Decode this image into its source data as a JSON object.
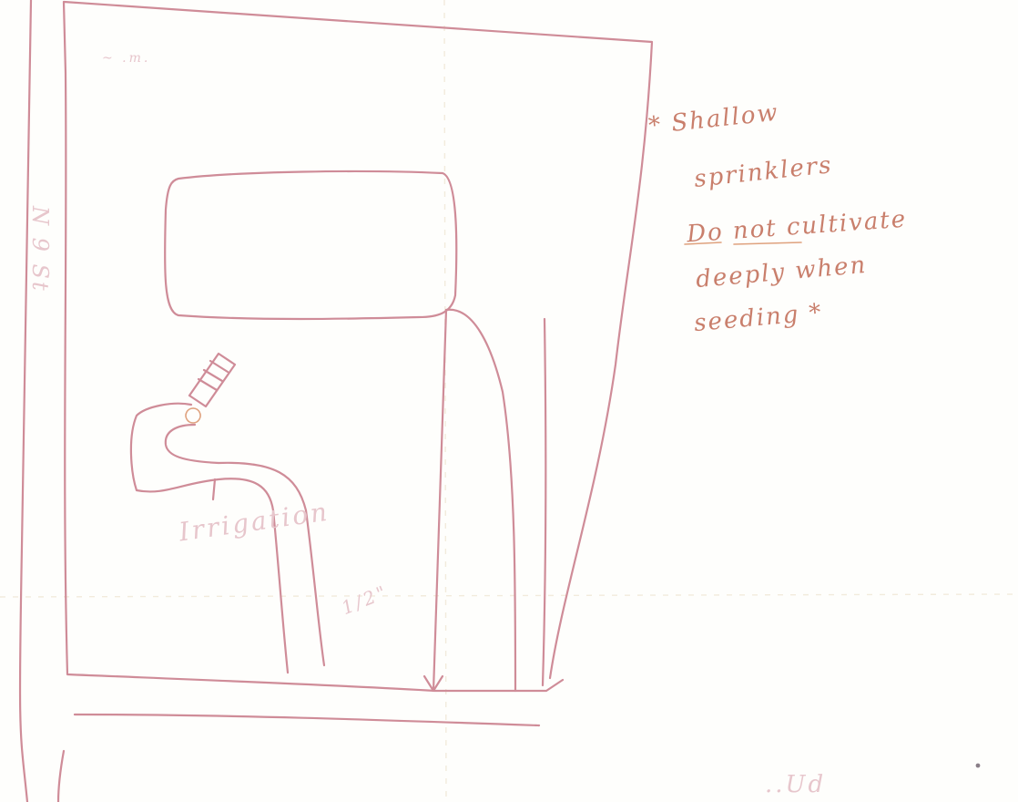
{
  "sketch": {
    "corner_mark": "~ .m.",
    "street_label": "N 9 St",
    "irrigation_label": "Irrigation",
    "pipe_size_label": "1/2\"",
    "notes": [
      "* Shallow",
      "sprinklers",
      "Do not cultivate",
      "deeply when",
      "seeding *"
    ],
    "bottom_scribble": "..Ud"
  },
  "colors": {
    "ink": "#cf8c98",
    "note_ink": "#c97f6c",
    "paper": "#fefefc"
  }
}
